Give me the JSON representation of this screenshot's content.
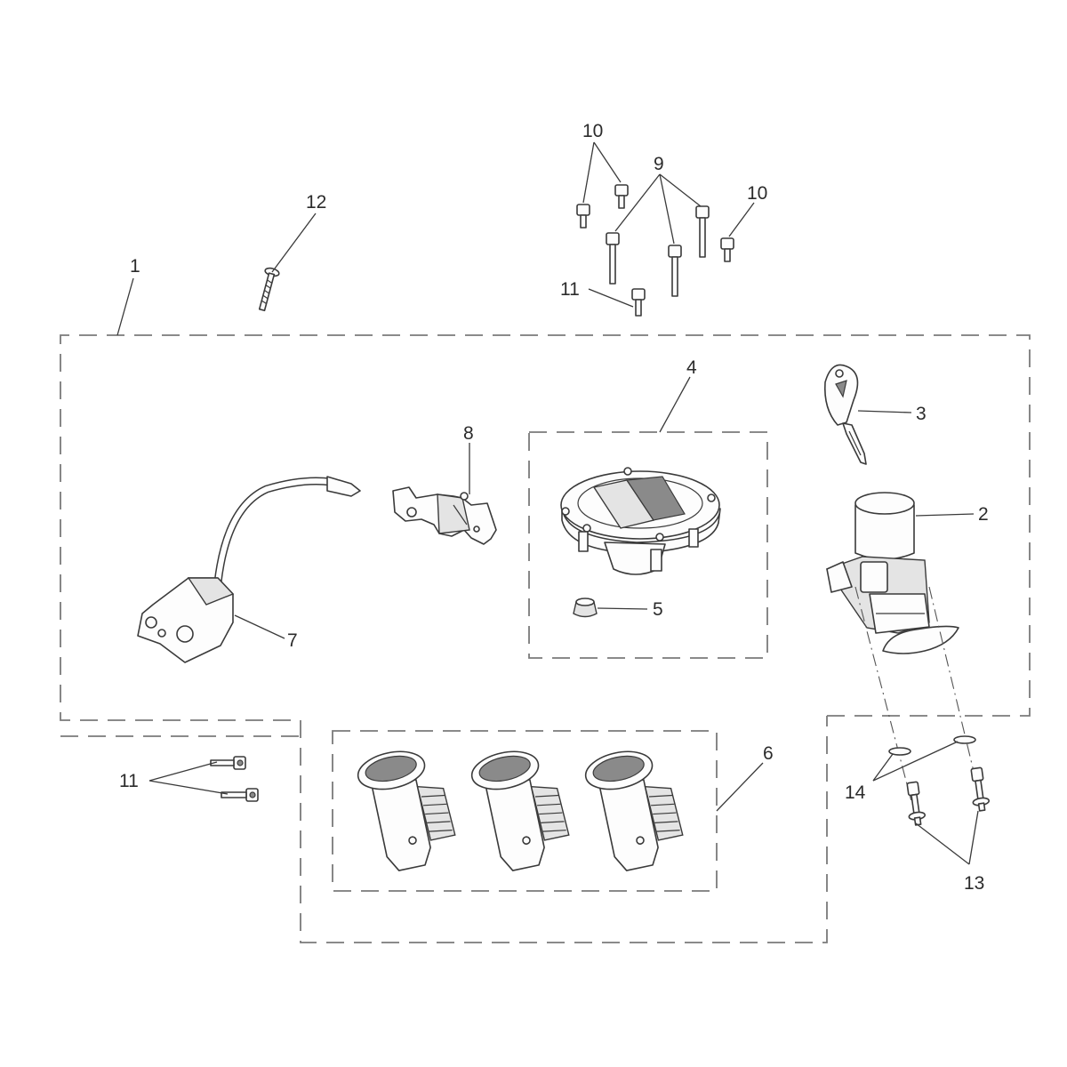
{
  "diagram": {
    "callouts": [
      "1",
      "2",
      "3",
      "4",
      "5",
      "6",
      "7",
      "8",
      "9",
      "10",
      "10",
      "11",
      "11",
      "12",
      "13",
      "14"
    ]
  }
}
